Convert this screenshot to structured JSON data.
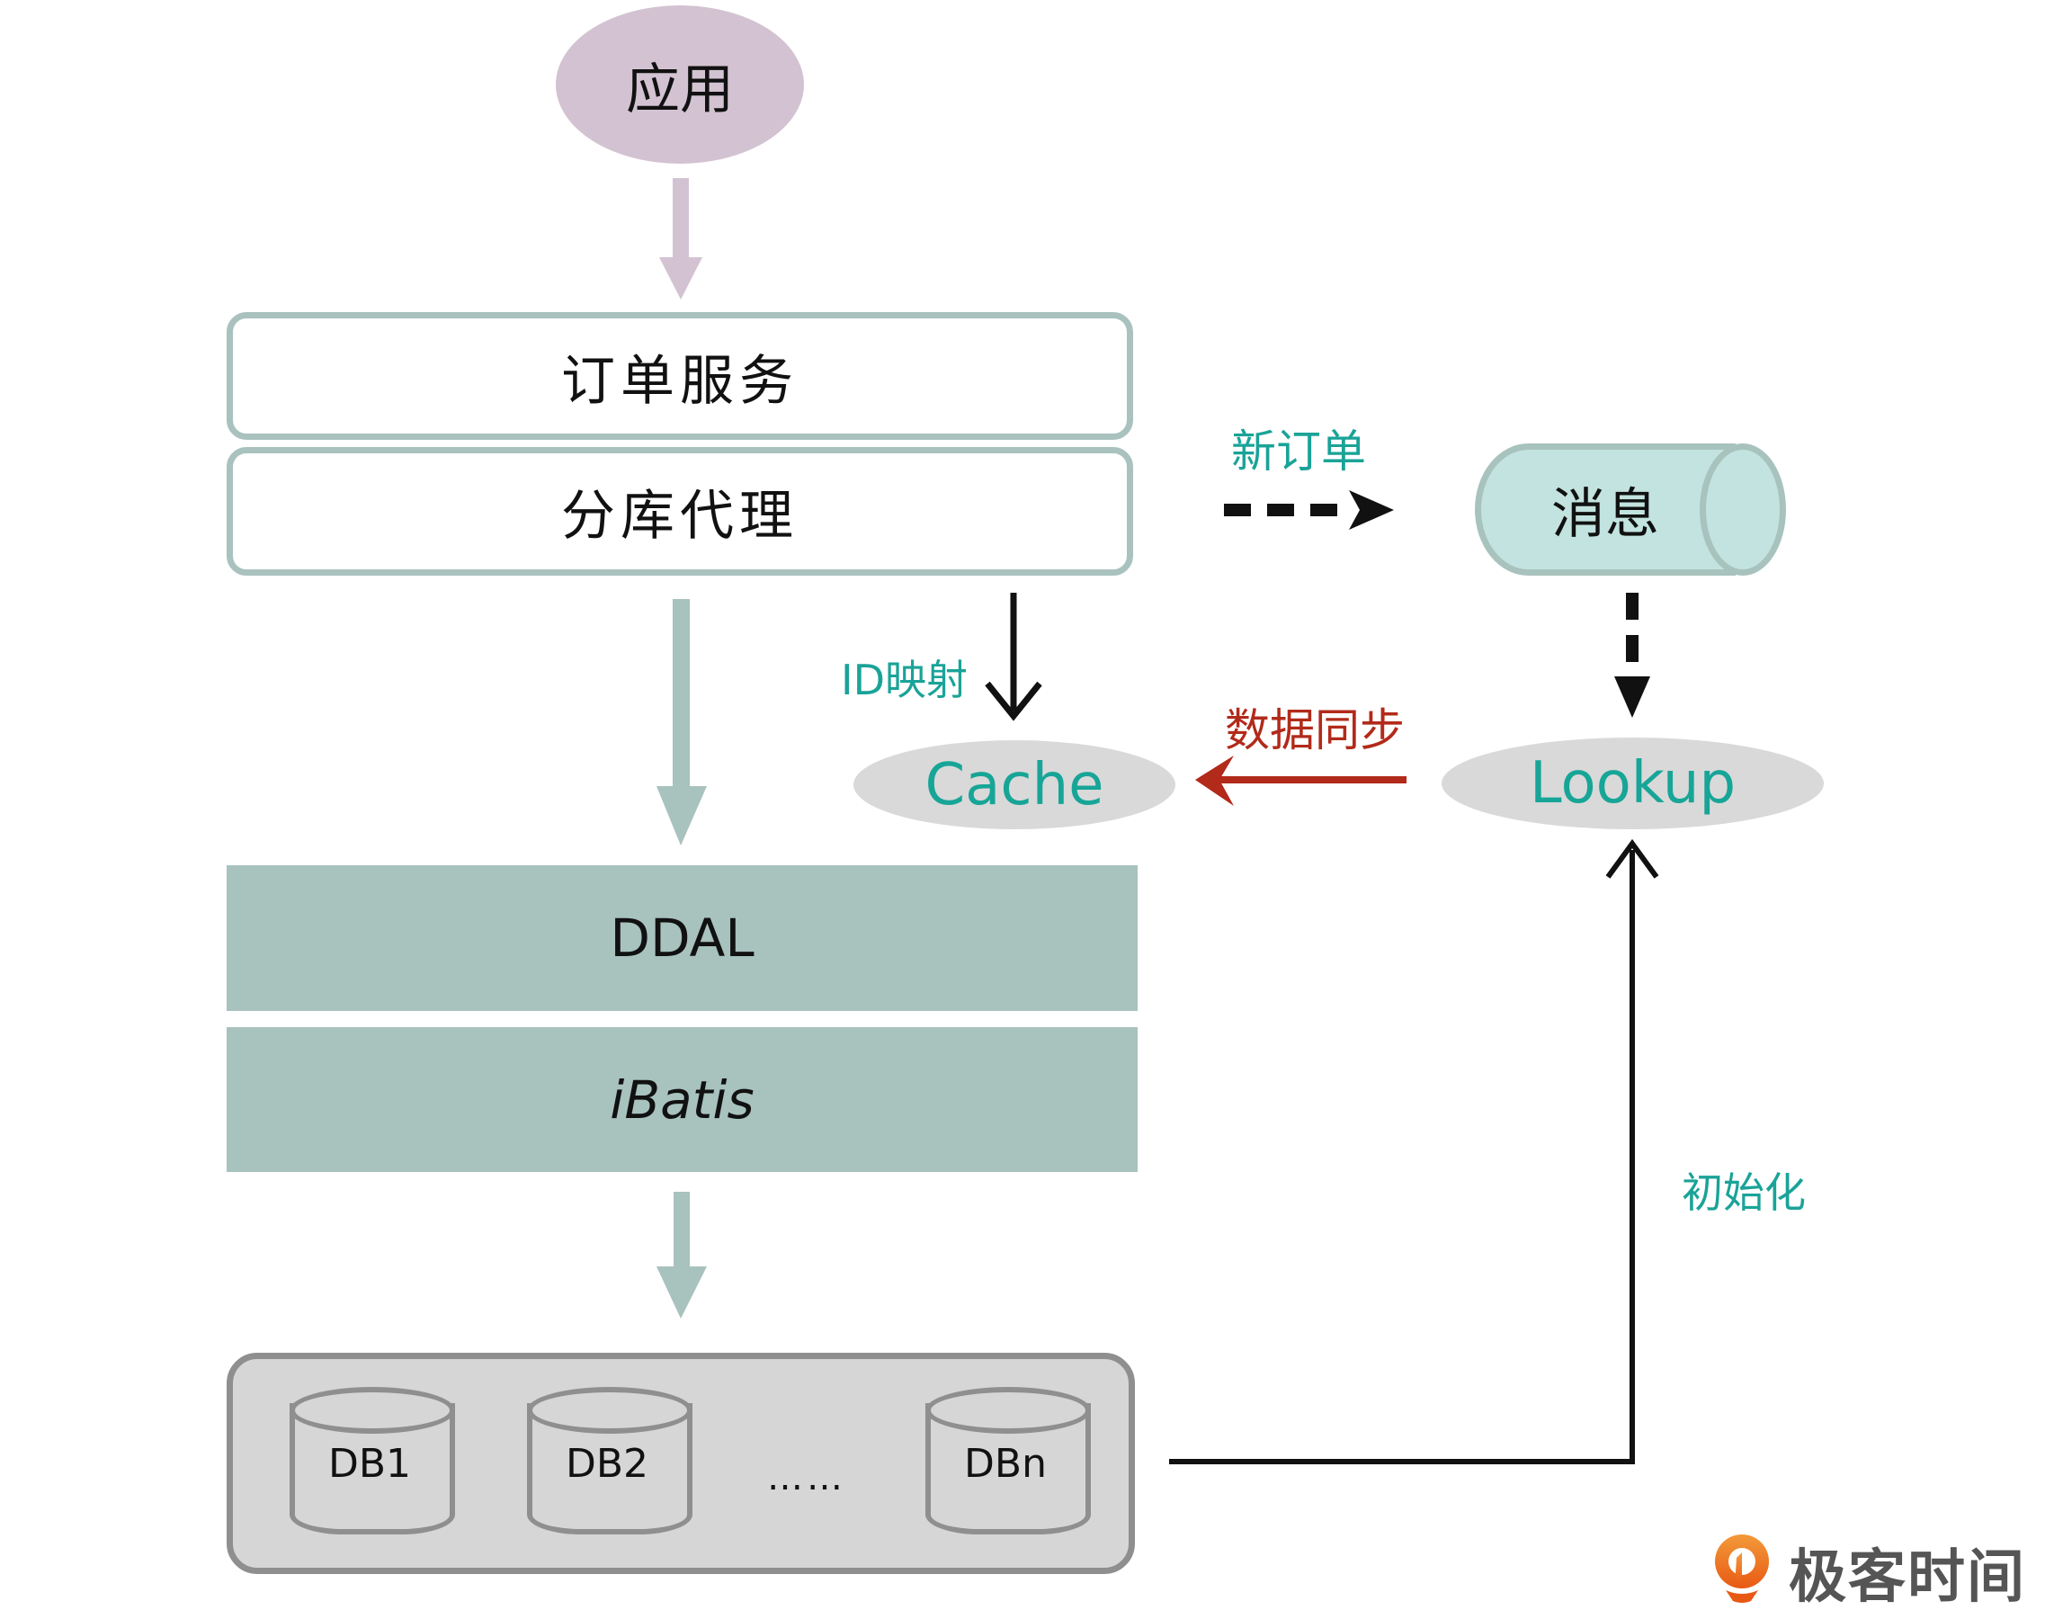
{
  "diagram": {
    "app_node": {
      "label": "应用"
    },
    "order_service": {
      "label": "订单服务"
    },
    "shard_proxy": {
      "label": "分库代理"
    },
    "ddal_layer": {
      "label": "DDAL"
    },
    "ibatis_layer": {
      "label": "iBatis"
    },
    "databases": [
      {
        "label": "DB1"
      },
      {
        "label": "DB2"
      },
      {
        "label": "DBn"
      }
    ],
    "db_ellipsis": "……",
    "message_queue": {
      "label": "消息"
    },
    "cache_node": {
      "label": "Cache"
    },
    "lookup_node": {
      "label": "Lookup"
    },
    "edges": {
      "new_order": "新订单",
      "id_mapping": "ID映射",
      "data_sync": "数据同步",
      "init": "初始化"
    }
  },
  "colors": {
    "app_fill": "#d3c3d2",
    "layer_fill": "#a8c2be",
    "message_fill": "#c2e3df",
    "ellipse_fill": "#d9d9d9",
    "db_fill": "#d6d6d6",
    "label_teal": "#1aa398",
    "label_red": "#b22a1a",
    "logo_orange": "#ee6a1f"
  },
  "branding": {
    "logo_text": "极客时间"
  }
}
